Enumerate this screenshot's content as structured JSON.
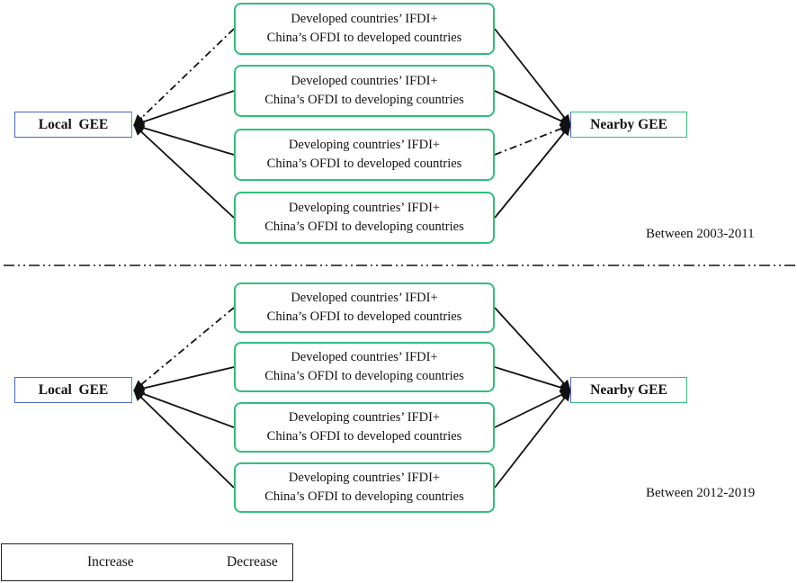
{
  "diagram": {
    "panels": [
      {
        "source": "Local  GEE",
        "target": "Nearby GEE",
        "period": "Between 2003-2011",
        "channels": [
          {
            "line1": "Developed countries’ IFDI+",
            "line2": "China’s OFDI to developed countries",
            "to_local": "decrease",
            "to_nearby": "increase"
          },
          {
            "line1": "Developed countries’ IFDI+",
            "line2": "China’s OFDI to developing countries",
            "to_local": "increase",
            "to_nearby": "increase"
          },
          {
            "line1": "Developing countries’ IFDI+",
            "line2": "China’s OFDI to developed countries",
            "to_local": "increase",
            "to_nearby": "decrease"
          },
          {
            "line1": "Developing countries’ IFDI+",
            "line2": "China’s OFDI to developing countries",
            "to_local": "increase",
            "to_nearby": "increase"
          }
        ]
      },
      {
        "source": "Local  GEE",
        "target": "Nearby GEE",
        "period": "Between 2012-2019",
        "channels": [
          {
            "line1": "Developed countries’ IFDI+",
            "line2": "China’s OFDI to developed countries",
            "to_local": "decrease",
            "to_nearby": "increase"
          },
          {
            "line1": "Developed countries’ IFDI+",
            "line2": "China’s OFDI to developing countries",
            "to_local": "increase",
            "to_nearby": "increase"
          },
          {
            "line1": "Developing countries’ IFDI+",
            "line2": "China’s OFDI to developed countries",
            "to_local": "increase",
            "to_nearby": "increase"
          },
          {
            "line1": "Developing countries’ IFDI+",
            "line2": "China’s OFDI to developing countries",
            "to_local": "increase",
            "to_nearby": "increase"
          }
        ]
      }
    ]
  },
  "legend": {
    "increase_label": "Increase",
    "decrease_label": "Decrease"
  },
  "colors": {
    "channel_border": "#2fbf7a",
    "end_border_blue": "#4a62c9",
    "line": "#111111"
  }
}
